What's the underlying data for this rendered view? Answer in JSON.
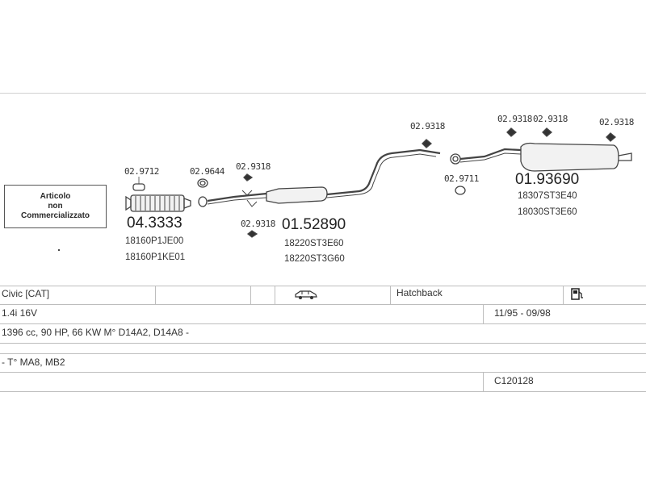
{
  "not_sold_box": {
    "lines": [
      "Articolo",
      "non",
      "Commercializzato"
    ]
  },
  "parts": {
    "clamp_left": "02.9712",
    "gasket_left": "02.9644",
    "hanger_front_top": "02.9318",
    "hanger_front_bottom": "02.9318",
    "hanger_mid": "02.9318",
    "gasket_rear": "02.9711",
    "hanger_rear_1": "02.9318",
    "hanger_rear_2": "02.9318",
    "hanger_rear_3": "02.9318"
  },
  "assemblies": {
    "catalyst": {
      "code": "04.3333",
      "oem": [
        "18160P1JE00",
        "18160P1KE01"
      ]
    },
    "front_silencer": {
      "code": "01.52890",
      "oem": [
        "18220ST3E60",
        "18220ST3G60"
      ]
    },
    "rear_silencer": {
      "code": "01.93690",
      "oem": [
        "18307ST3E40",
        "18030ST3E60"
      ]
    }
  },
  "vehicle": {
    "model": "Civic  [CAT]",
    "body": "Hatchback",
    "engine": "1.4i 16V",
    "years": "11/95 - 09/98",
    "specs": "1396 cc, 90 HP, 66 KW M° D14A2, D14A8 -",
    "transmission": "- T° MA8, MB2",
    "ref": "C120128"
  },
  "icons": [
    "car-icon",
    "fuel-pump-icon"
  ],
  "colors": {
    "line": "#bdbdbd",
    "ink": "#333333"
  }
}
